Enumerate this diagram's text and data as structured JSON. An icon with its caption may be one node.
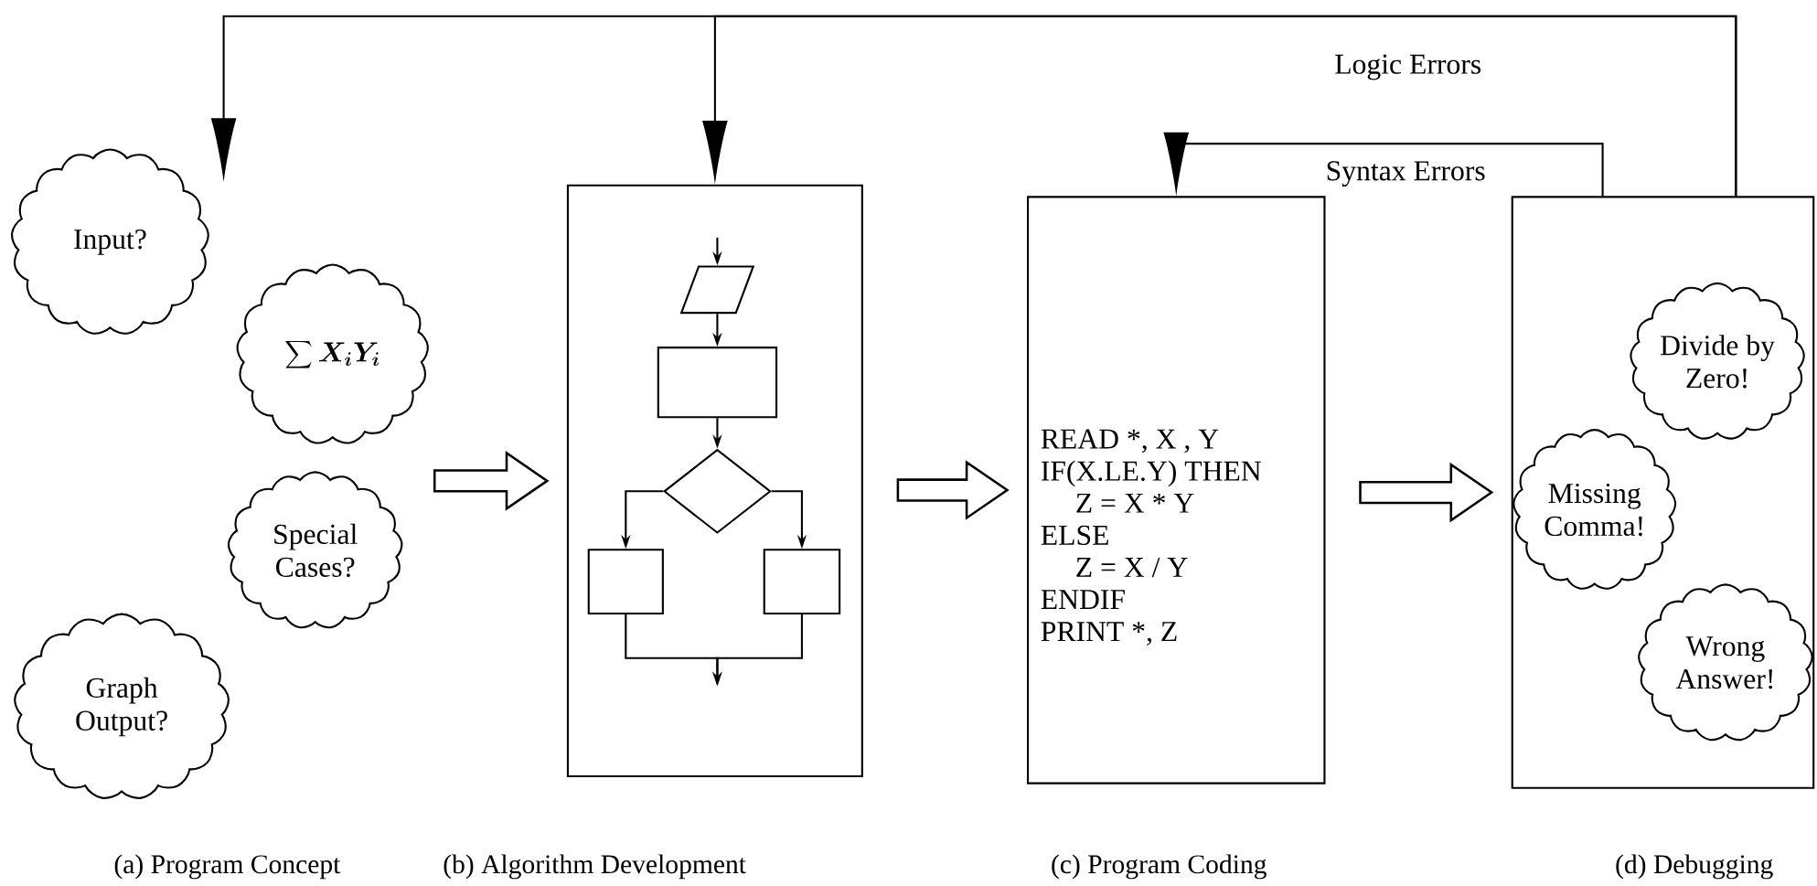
{
  "diagram": {
    "nodes": [
      {
        "text": [
          "Input?"
        ]
      },
      {
        "text": [
          "\\sum X_i Y_i"
        ]
      },
      {
        "text": [
          "Special Cases?"
        ]
      },
      {
        "text": [
          "Graph Output?"
        ]
      },
      {
        "text": [],
        "shape": "box"
      },
      {
        "text": [],
        "shape": "parallelogram",
        "in": 4
      },
      {
        "text": [],
        "shape": "box",
        "in": 4
      },
      {
        "text": [],
        "shape": "diamond",
        "in": 4
      },
      {
        "text": [],
        "shape": "box",
        "in": 4
      },
      {
        "text": [],
        "shape": "box",
        "in": 4
      },
      {
        "text": [
          "READ *, X , Y",
          "IF(X.LE.Y) THEN",
          "Z = X * Y",
          "ELSE",
          "Z = X / Y",
          "ENDIF",
          "PRINT *, Z"
        ]
      },
      {
        "text": [],
        "shape": "box"
      },
      {
        "text": [
          "Divide by Zero!"
        ],
        "in": 11
      },
      {
        "text": [
          "Missing Comma!"
        ],
        "in": 11
      },
      {
        "text": [
          "Wrong Answer!"
        ],
        "in": 11
      }
    ],
    "edges": [
      {
        "from": 11,
        "to": 0,
        "arrow": "to",
        "label": "Logic Errors"
      },
      {
        "from": 11,
        "to": 4,
        "arrow": "to"
      },
      {
        "from": 11,
        "to": 10,
        "arrow": "to",
        "label": "Syntax Errors"
      },
      {
        "from": null,
        "to": 4,
        "arrow": "to",
        "style": "thick"
      },
      {
        "from": 4,
        "to": 10,
        "arrow": "to",
        "style": "thick"
      },
      {
        "from": 10,
        "to": 11,
        "arrow": "to",
        "style": "thick"
      },
      {
        "from": null,
        "to": 5,
        "arrow": "to"
      },
      {
        "from": 5,
        "to": 6,
        "arrow": "to"
      },
      {
        "from": 6,
        "to": 7,
        "arrow": "to"
      },
      {
        "from": 7,
        "to": 8,
        "arrow": "to"
      },
      {
        "from": 7,
        "to": 9,
        "arrow": "to"
      },
      {
        "from": 8,
        "to": null,
        "arrow": "to"
      },
      {
        "from": 9,
        "to": null,
        "arrow": "to"
      }
    ],
    "labels": [
      "(a) Program Concept",
      "(b) Algorithm Development",
      "(c) Program Coding",
      "(d) Debugging"
    ]
  }
}
